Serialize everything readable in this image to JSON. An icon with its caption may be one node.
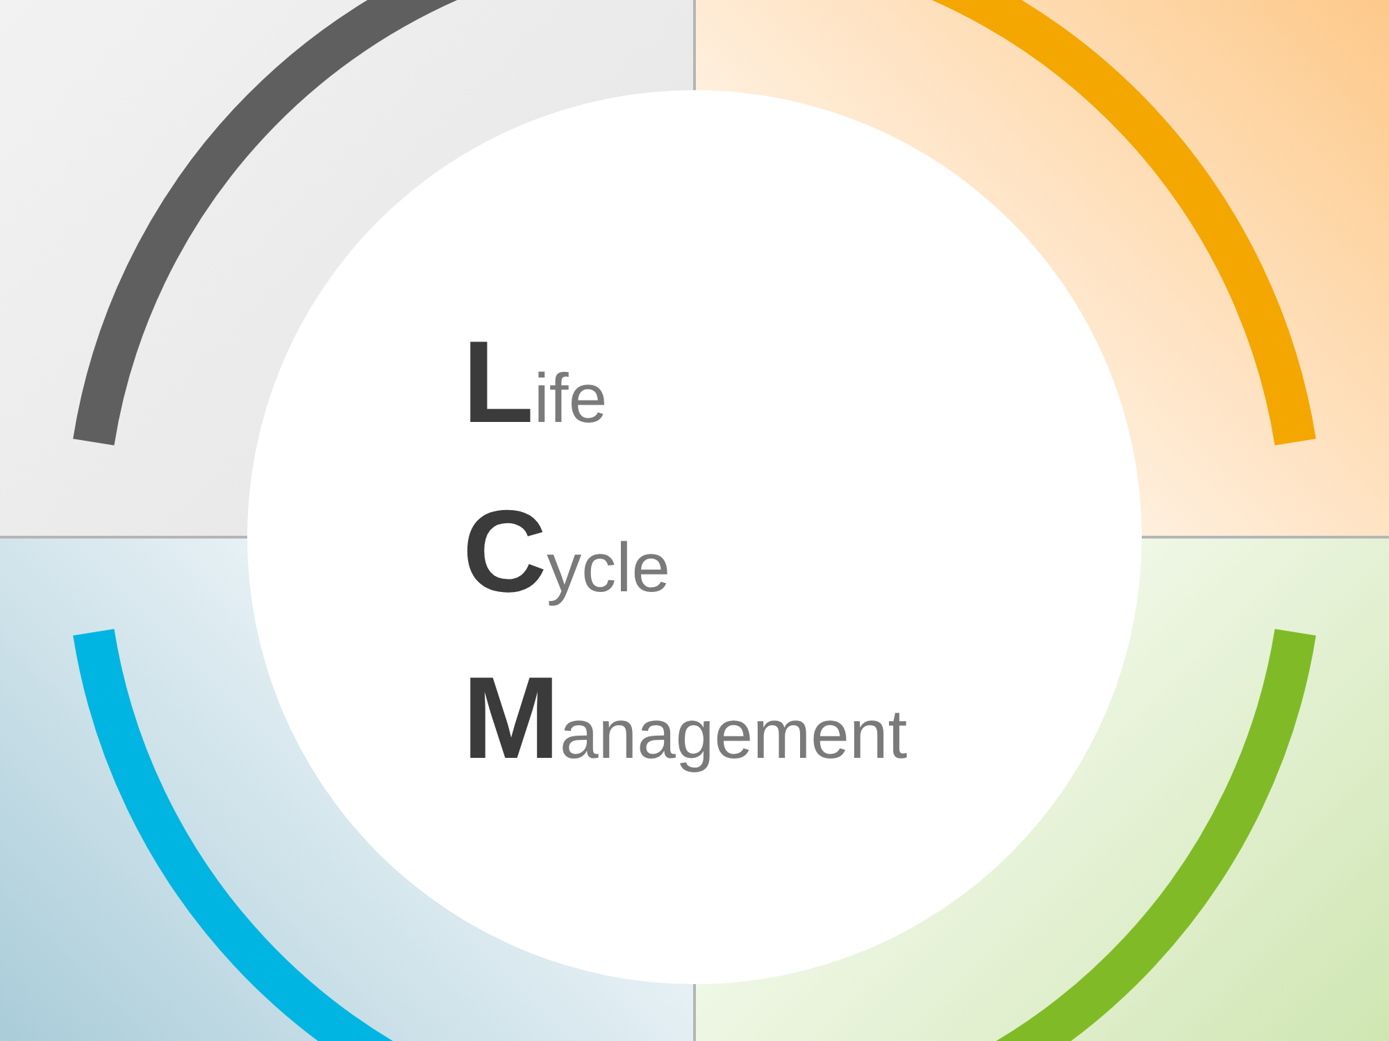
{
  "diagram": {
    "nodes": [
      {
        "text": [
          "**L**ife",
          "**C**ycle",
          "**M**anagement"
        ]
      }
    ]
  }
}
